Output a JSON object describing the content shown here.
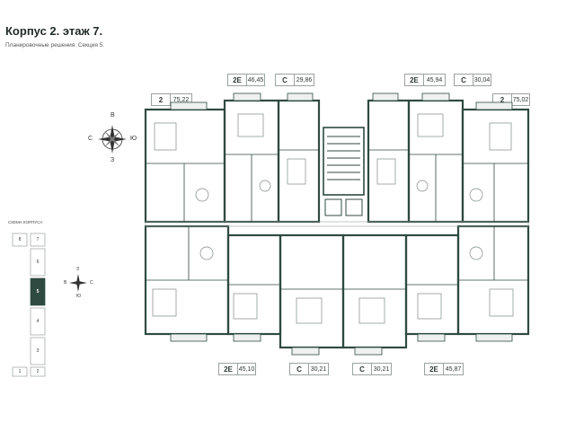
{
  "header": {
    "title": "Корпус 2. этаж 7.",
    "subtitle": "Планировочные решения. Секция 5."
  },
  "compass": {
    "north": "В",
    "south": "З",
    "west": "С",
    "east": "Ю"
  },
  "apartments": [
    {
      "type": "2",
      "area": "75,22"
    },
    {
      "type": "2Е",
      "area": "46,45"
    },
    {
      "type": "С",
      "area": "29,86"
    },
    {
      "type": "2Е",
      "area": "45,94"
    },
    {
      "type": "С",
      "area": "30,04"
    },
    {
      "type": "2",
      "area": "75,02"
    },
    {
      "type": "2Е",
      "area": "45,10"
    },
    {
      "type": "С",
      "area": "30,21"
    },
    {
      "type": "С",
      "area": "30,21"
    },
    {
      "type": "2Е",
      "area": "45,87"
    }
  ],
  "scheme": {
    "title": "СХЕМА КОРПУСА",
    "cells": [
      "8",
      "7",
      "6",
      "5",
      "4",
      "3",
      "2",
      "1"
    ],
    "compass": {
      "north": "З",
      "south": "Ю",
      "west": "В",
      "east": "С"
    }
  },
  "colors": {
    "wall": "#2f4a40",
    "accent": "#2f4a40",
    "room_fill": "#ffffff",
    "furniture": "#7d8a86"
  }
}
